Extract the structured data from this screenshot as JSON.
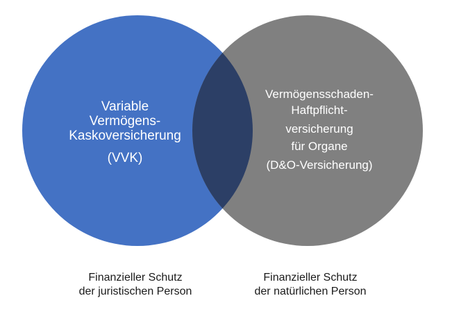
{
  "colors": {
    "left_circle": "#4472c4",
    "right_circle": "#808080",
    "overlap": "#2c3f66",
    "text": "#ffffff"
  },
  "left_circle": {
    "lines": [
      "Variable",
      "Vermögens-",
      "Kaskoversicherung",
      "(VVK)"
    ]
  },
  "right_circle": {
    "lines": [
      "Vermögensschaden-",
      "Haftpflicht-",
      "versicherung",
      "für Organe",
      "(D&O-Versicherung)"
    ]
  },
  "captions": {
    "left": [
      "Finanzieller Schutz",
      "der juristischen Person"
    ],
    "right": [
      "Finanzieller Schutz",
      "der natürlichen Person"
    ]
  }
}
